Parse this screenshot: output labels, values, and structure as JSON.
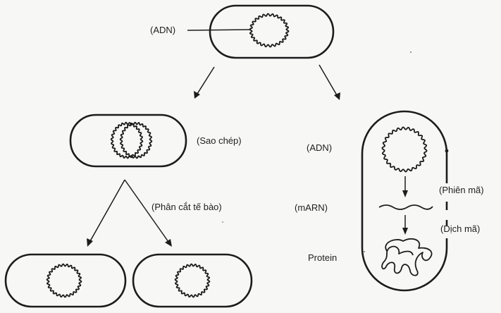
{
  "labels": {
    "adn_top": "(ADN)",
    "sao_chep": "(Sao chép)",
    "phan_cat": "(Phân cắt tế bào)",
    "adn_right": "(ADN)",
    "marn": "(mARN)",
    "protein": "Protein",
    "phien_ma": "(Phiên mã)",
    "dich_ma": "(Dịch mã)"
  }
}
